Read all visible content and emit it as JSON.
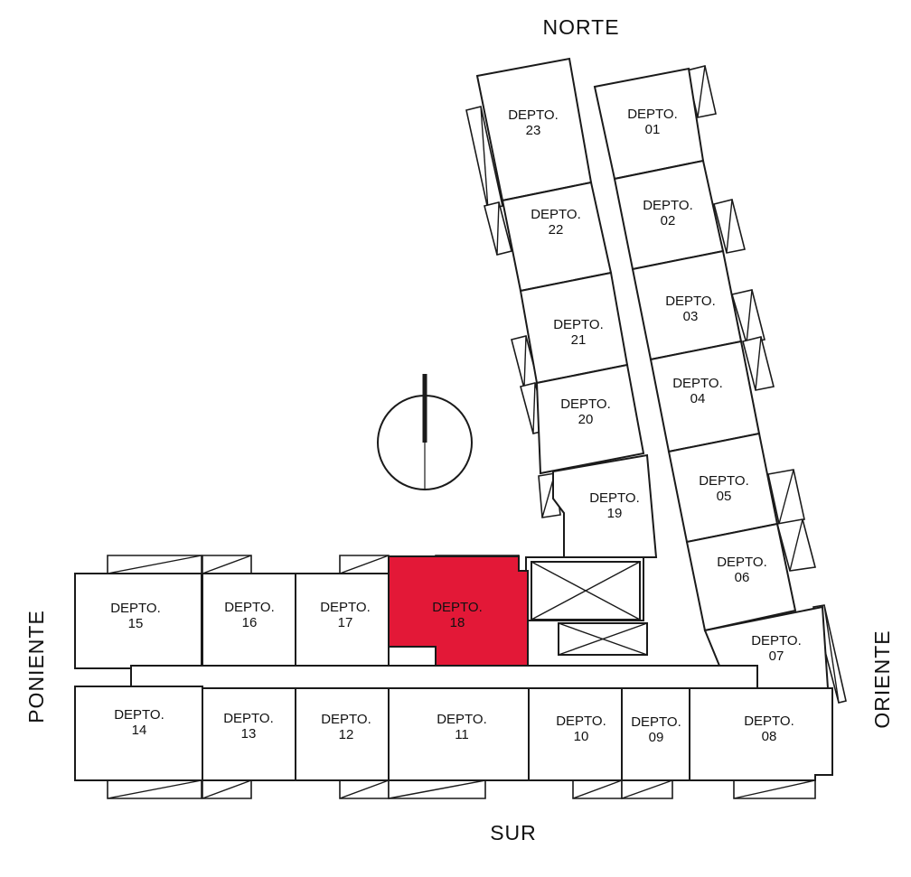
{
  "directions": {
    "north": "NORTE",
    "south": "SUR",
    "west": "PONIENTE",
    "east": "ORIENTE"
  },
  "colors": {
    "selected": "#e31837",
    "line": "#1a1a1a"
  },
  "selected_unit": "18",
  "units": [
    {
      "id": "23",
      "prefix": "DEPTO.",
      "number": "23"
    },
    {
      "id": "22",
      "prefix": "DEPTO.",
      "number": "22"
    },
    {
      "id": "21",
      "prefix": "DEPTO.",
      "number": "21"
    },
    {
      "id": "20",
      "prefix": "DEPTO.",
      "number": "20"
    },
    {
      "id": "19",
      "prefix": "DEPTO.",
      "number": "19"
    },
    {
      "id": "01",
      "prefix": "DEPTO.",
      "number": "01"
    },
    {
      "id": "02",
      "prefix": "DEPTO.",
      "number": "02"
    },
    {
      "id": "03",
      "prefix": "DEPTO.",
      "number": "03"
    },
    {
      "id": "04",
      "prefix": "DEPTO.",
      "number": "04"
    },
    {
      "id": "05",
      "prefix": "DEPTO.",
      "number": "05"
    },
    {
      "id": "06",
      "prefix": "DEPTO.",
      "number": "06"
    },
    {
      "id": "07",
      "prefix": "DEPTO.",
      "number": "07"
    },
    {
      "id": "15",
      "prefix": "DEPTO.",
      "number": "15"
    },
    {
      "id": "16",
      "prefix": "DEPTO.",
      "number": "16"
    },
    {
      "id": "17",
      "prefix": "DEPTO.",
      "number": "17"
    },
    {
      "id": "18",
      "prefix": "DEPTO.",
      "number": "18"
    },
    {
      "id": "14",
      "prefix": "DEPTO.",
      "number": "14"
    },
    {
      "id": "13",
      "prefix": "DEPTO.",
      "number": "13"
    },
    {
      "id": "12",
      "prefix": "DEPTO.",
      "number": "12"
    },
    {
      "id": "11",
      "prefix": "DEPTO.",
      "number": "11"
    },
    {
      "id": "10",
      "prefix": "DEPTO.",
      "number": "10"
    },
    {
      "id": "09",
      "prefix": "DEPTO.",
      "number": "09"
    },
    {
      "id": "08",
      "prefix": "DEPTO.",
      "number": "08"
    }
  ]
}
